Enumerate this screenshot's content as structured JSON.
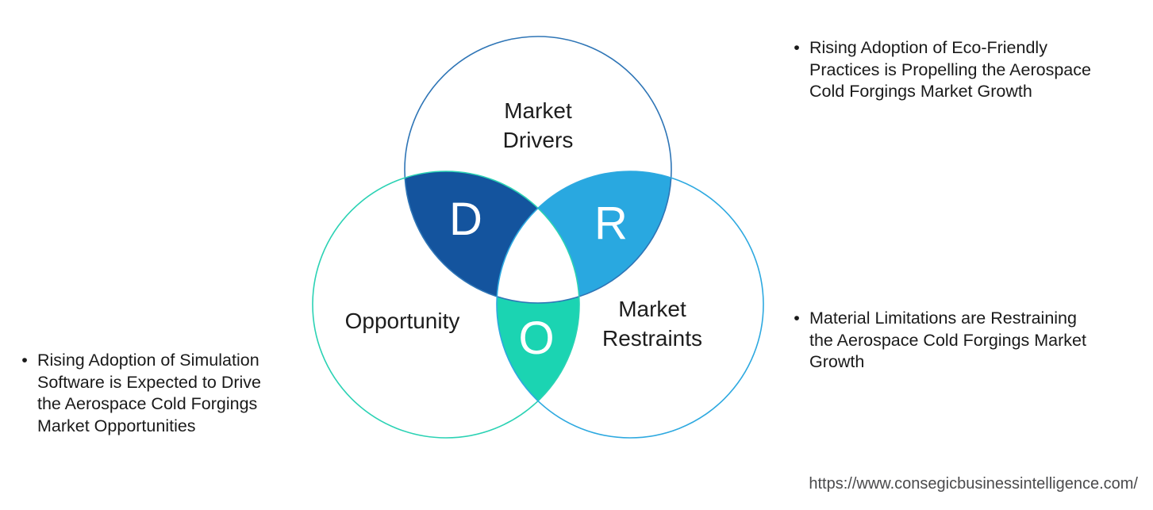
{
  "diagram": {
    "drivers": {
      "label": [
        "Market",
        "Drivers"
      ],
      "letter": "D",
      "fill": "#14549E",
      "outline": "#2E75B6"
    },
    "restraints": {
      "label": [
        "Market",
        "Restraints"
      ],
      "letter": "R",
      "fill": "#29A8E0",
      "outline": "#2EA9E0"
    },
    "opportunity": {
      "label": [
        "Opportunity"
      ],
      "letter": "O",
      "fill": "#1BD4B2",
      "outline": "#2BD2B4"
    }
  },
  "annotations": {
    "drivers": {
      "marker": "•",
      "lines": [
        "Rising Adoption of Eco-Friendly",
        "Practices is Propelling the Aerospace",
        "Cold Forgings Market Growth"
      ]
    },
    "restraints": {
      "marker": "•",
      "lines": [
        "Material Limitations are Restraining",
        "the Aerospace Cold Forgings Market",
        "Growth"
      ]
    },
    "opportunity": {
      "marker": "•",
      "lines": [
        "Rising Adoption of Simulation",
        "Software is Expected to Drive",
        "the Aerospace Cold Forgings",
        "Market Opportunities"
      ]
    }
  },
  "footer": {
    "url": "https://www.consegicbusinessintelligence.com/"
  }
}
